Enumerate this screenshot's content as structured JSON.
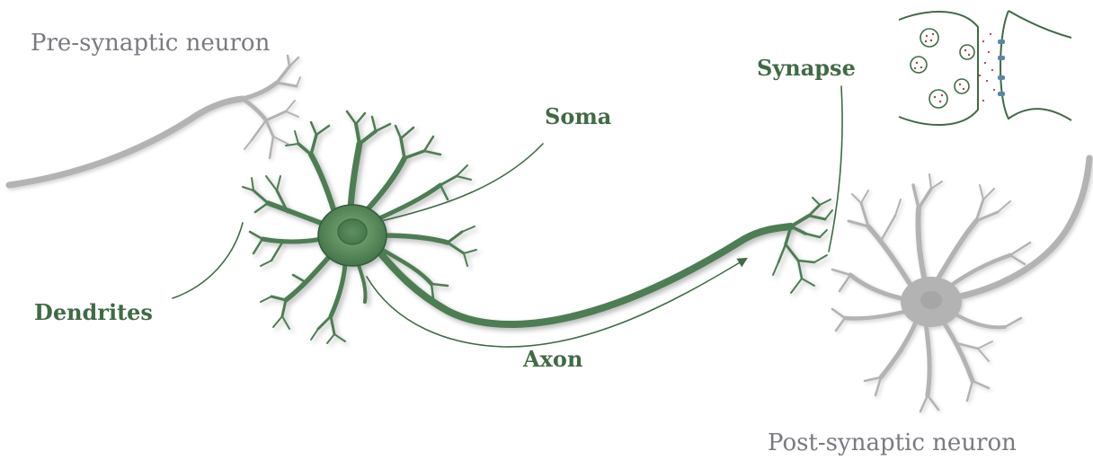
{
  "labels": {
    "pre_synaptic": "Pre-synaptic neuron",
    "post_synaptic": "Post-synaptic neuron",
    "soma": "Soma",
    "synapse": "Synapse",
    "dendrites": "Dendrites",
    "axon": "Axon"
  },
  "colors": {
    "neuron_green": "#4e7d52",
    "neuron_green_dark": "#335c3a",
    "soma_fill": "#6a9a6a",
    "grey_neuron": "#b3b3b3",
    "label_green": "#3f6b45",
    "label_grey": "#7a7a82",
    "receptor_blue": "#5b86a8",
    "vesicle_dot": "#b04040"
  },
  "icons": {
    "central_neuron": "neuron-icon",
    "post_neuron": "neuron-icon",
    "synapse_inset": "synapse-icon"
  }
}
